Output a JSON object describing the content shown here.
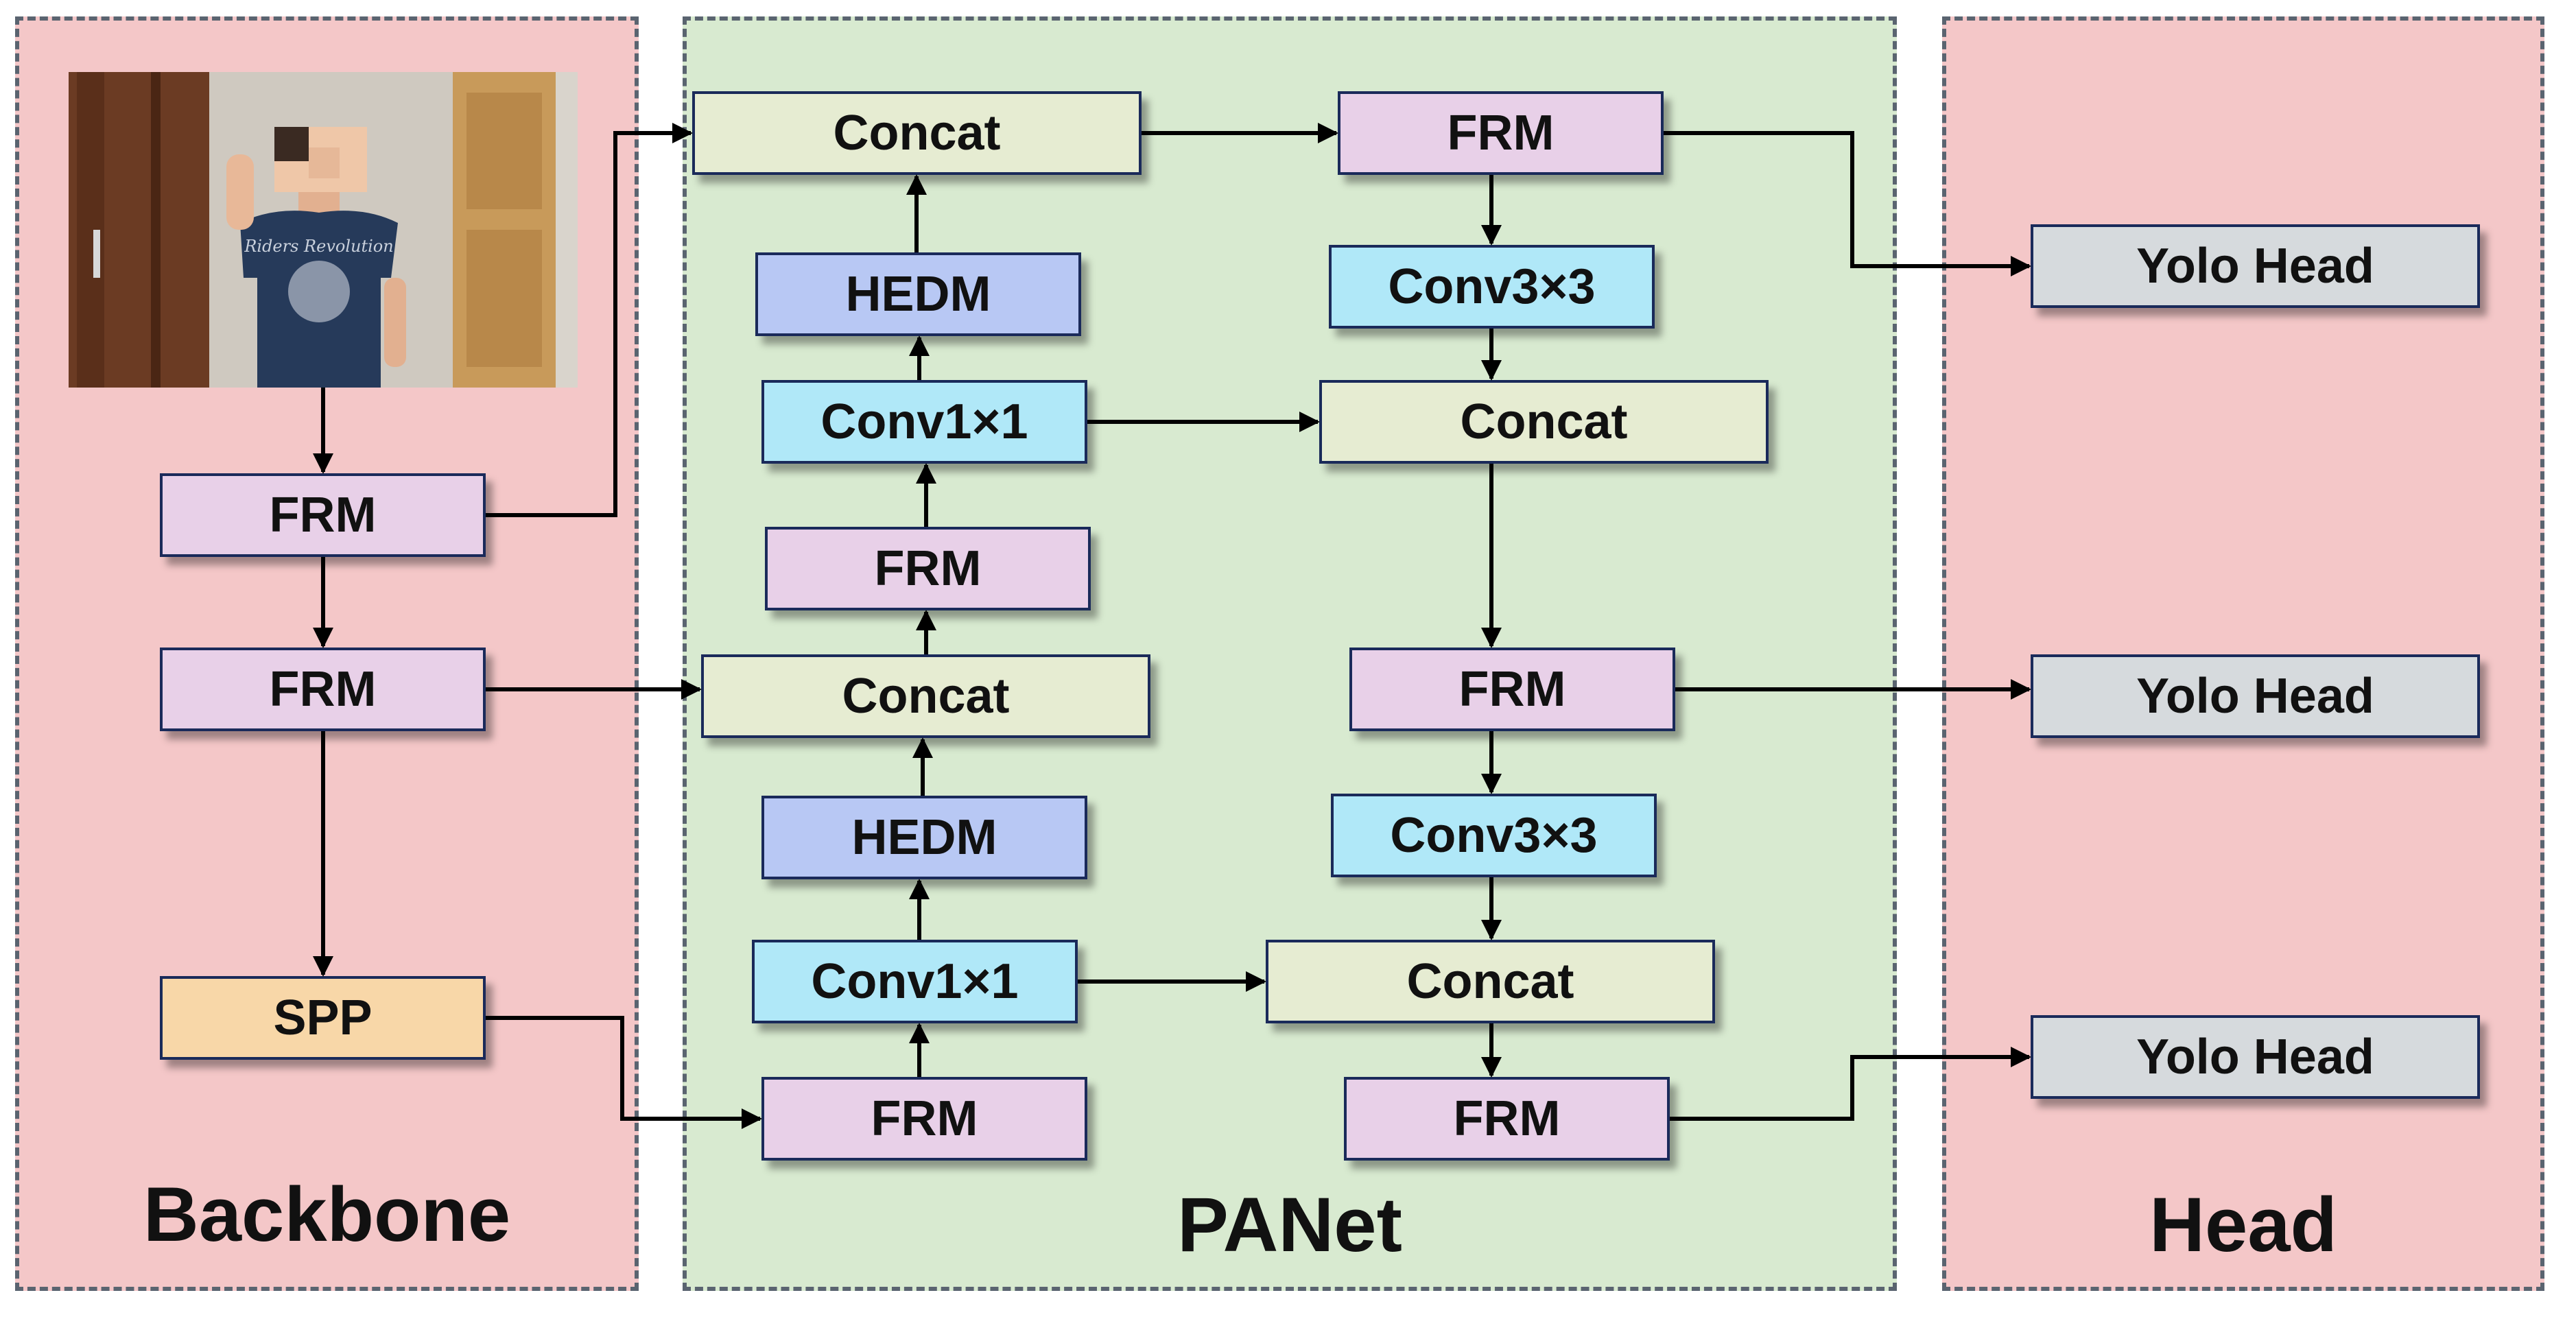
{
  "colors": {
    "backbone_bg": "#f4c7c8",
    "panet_bg": "#d8ead0",
    "head_bg": "#f4c7c8",
    "frm": "#e8d0e8",
    "concat": "#e6ecd2",
    "hedm": "#b8c8f4",
    "conv": "#b0e8f8",
    "spp": "#f8d7a8",
    "yolo": "#d6dadd"
  },
  "panels": {
    "backbone": "Backbone",
    "panet": "PANet",
    "head": "Head"
  },
  "photo": {
    "shirt_text": "Riders Revolution"
  },
  "nodes": {
    "bb_frm1": "FRM",
    "bb_frm2": "FRM",
    "bb_spp": "SPP",
    "l_concat_top": "Concat",
    "l_hedm_top": "HEDM",
    "l_conv_top": "Conv1×1",
    "l_frm_mid": "FRM",
    "l_concat_mid": "Concat",
    "l_hedm_bot": "HEDM",
    "l_conv_bot": "Conv1×1",
    "l_frm_bot": "FRM",
    "r_frm_top": "FRM",
    "r_conv_top": "Conv3×3",
    "r_concat_top": "Concat",
    "r_frm_mid": "FRM",
    "r_conv_mid": "Conv3×3",
    "r_concat_bot": "Concat",
    "r_frm_bot": "FRM",
    "yolo_1": "Yolo Head",
    "yolo_2": "Yolo Head",
    "yolo_3": "Yolo Head"
  }
}
